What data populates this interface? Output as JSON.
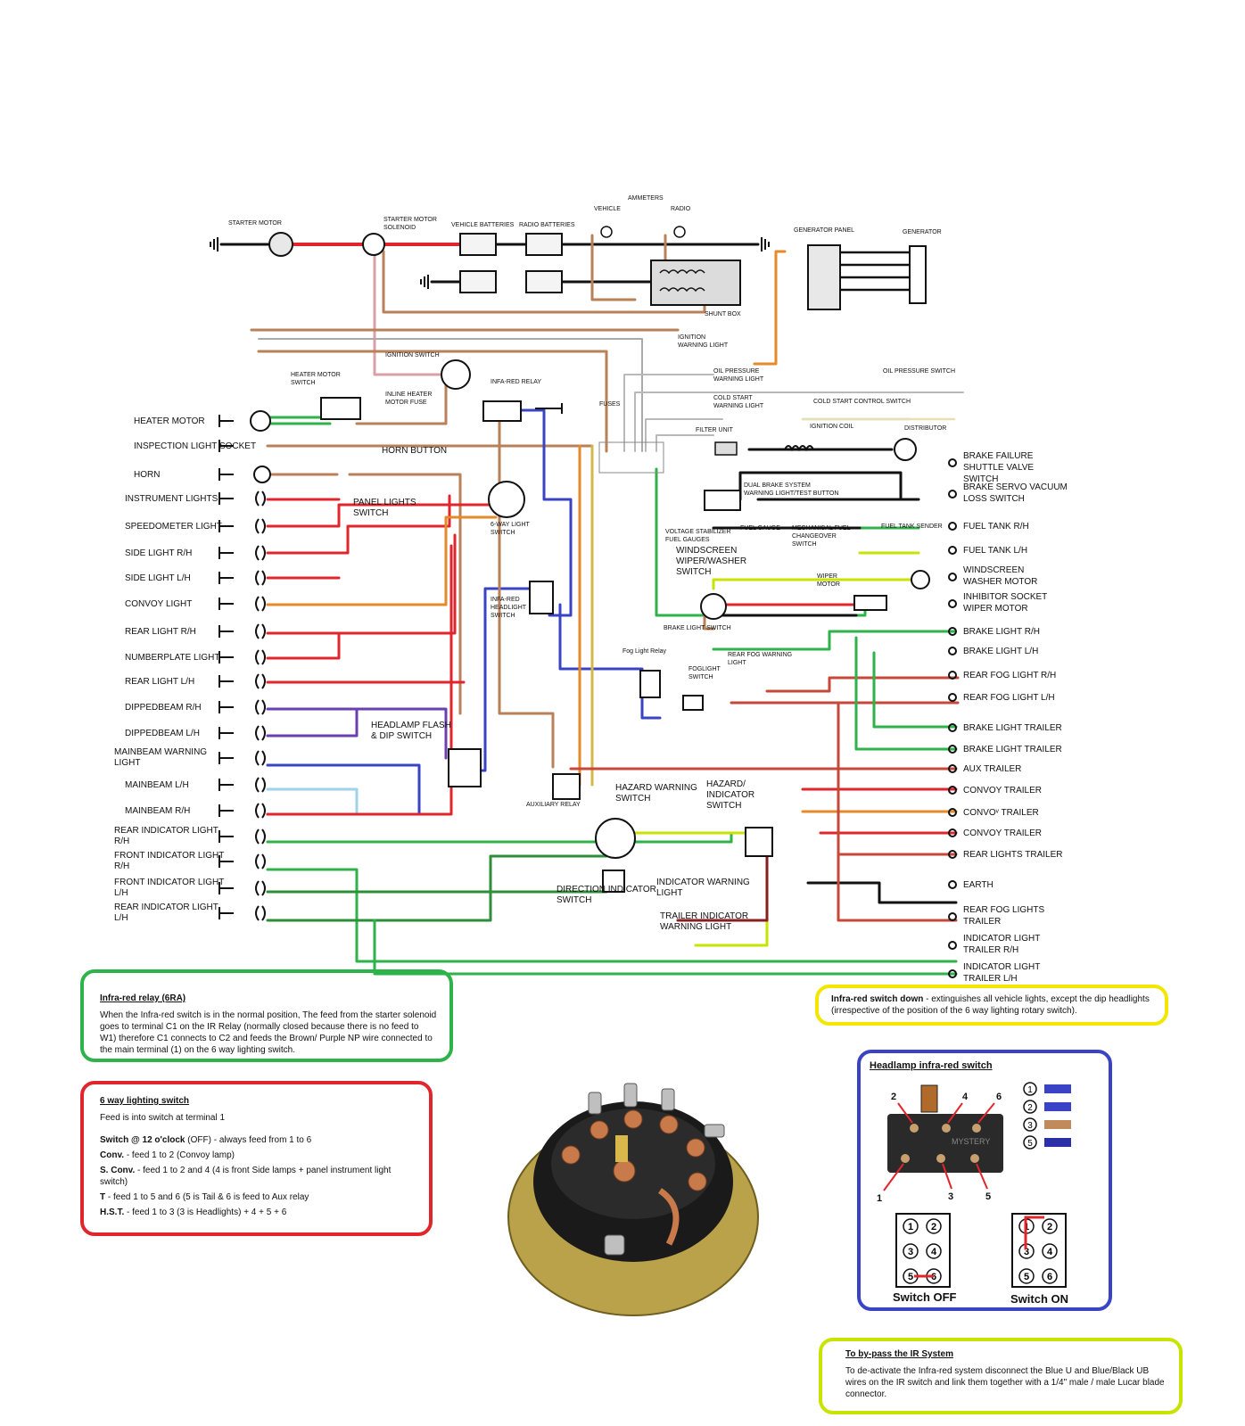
{
  "components": {
    "starter_motor": "STARTER MOTOR",
    "starter_solenoid": "STARTER MOTOR\nSOLENOID",
    "vehicle_batteries": "VEHICLE BATTERIES",
    "radio_batteries": "RADIO BATTERIES",
    "ammeters": "AMMETERS",
    "vehicle": "VEHICLE",
    "radio": "RADIO",
    "generator_panel": "GENERATOR PANEL",
    "generator": "GENERATOR",
    "shunt_box": "SHUNT BOX",
    "ignition_switch": "IGNITION SWITCH",
    "heater_motor_switch": "HEATER MOTOR\nSWITCH",
    "inline_heater_fuse": "INLINE HEATER\nMOTOR FUSE",
    "infra_red_relay": "INFA-RED RELAY",
    "fuses": "FUSES",
    "ignition_warning_light": "IGNITION\nWARNING LIGHT",
    "oil_pressure_warning": "OIL PRESSURE\nWARNING LIGHT",
    "oil_pressure_switch": "OIL PRESSURE SWITCH",
    "cold_start_warning": "COLD START\nWARNING LIGHT",
    "cold_start_switch": "COLD START CONTROL SWITCH",
    "filter_unit": "FILTER UNIT",
    "ignition_coil": "IGNITION COIL",
    "distributor": "DISTRIBUTOR",
    "horn_button": "HORN BUTTON",
    "panel_lights_switch": "PANEL LIGHTS\nSWITCH",
    "six_way_switch": "6-WAY LIGHT\nSWITCH",
    "dual_brake": "DUAL BRAKE SYSTEM\nWARNING LIGHT/TEST BUTTON",
    "voltage_stabilizer": "VOLTAGE STABILIZER\nFUEL GAUGES",
    "fuel_gauge": "FUEL GAUGE",
    "mech_fuel_changeover": "MECHANICAL FUEL\nCHANGEOVER\nSWITCH",
    "fuel_tank_sender": "FUEL TANK SENDER",
    "windscreen_wiper_switch": "WINDSCREEN\nWIPER/WASHER\nSWITCH",
    "wiper_motor_small": "WIPER\nMOTOR",
    "brake_light_switch": "BRAKE LIGHT SWITCH",
    "infra_red_headlight_switch": "INFA-RED\nHEADLIGHT\nSWITCH",
    "fog_light_relay": "Fog Light Relay",
    "foglight_switch": "FOGLIGHT\nSWITCH",
    "rear_fog_warning": "REAR FOG WARNING\nLIGHT",
    "headlamp_flash": "HEADLAMP FLASH\n& DIP SWITCH",
    "auxiliary_relay": "AUXILIARY RELAY",
    "hazard_warning_switch": "HAZARD WARNING\nSWITCH",
    "hazard_indicator_switch": "HAZARD/\nINDICATOR\nSWITCH",
    "direction_indicator_switch": "DIRECTION INDICATOR\nSWITCH",
    "indicator_warning_light": "INDICATOR WARNING\nLIGHT",
    "trailer_indicator_warning": "TRAILER INDICATOR\nWARNING LIGHT"
  },
  "left_labels": [
    "HEATER MOTOR",
    "INSPECTION LIGHT SOCKET",
    "HORN",
    "INSTRUMENT LIGHTS",
    "SPEEDOMETER LIGHT",
    "SIDE LIGHT R/H",
    "SIDE LIGHT L/H",
    "CONVOY LIGHT",
    "REAR LIGHT R/H",
    "NUMBERPLATE LIGHT",
    "REAR LIGHT L/H",
    "DIPPEDBEAM R/H",
    "DIPPEDBEAM L/H",
    "MAINBEAM WARNING\nLIGHT",
    "MAINBEAM L/H",
    "MAINBEAM  R/H",
    "REAR INDICATOR LIGHT\nR/H",
    "FRONT INDICATOR LIGHT\nR/H",
    "FRONT INDICATOR LIGHT\nL/H",
    "REAR INDICATOR LIGHT\nL/H"
  ],
  "right_labels": [
    "BRAKE FAILURE\nSHUTTLE VALVE\nSWITCH",
    "BRAKE SERVO VACUUM\nLOSS SWITCH",
    "FUEL TANK R/H",
    "FUEL TANK L/H",
    "WINDSCREEN\nWASHER MOTOR",
    "INHIBITOR SOCKET\nWIPER MOTOR",
    "BRAKE LIGHT R/H",
    "BRAKE LIGHT L/H",
    "REAR FOG LIGHT R/H",
    "REAR FOG LIGHT L/H",
    "BRAKE LIGHT TRAILER",
    "BRAKE LIGHT TRAILER",
    "AUX TRAILER",
    "CONVOY TRAILER",
    "CONVOᵛ TRAILER",
    "CONVOY TRAILER",
    "REAR LIGHTS TRAILER",
    "EARTH",
    "REAR FOG LIGHTS\nTRAILER",
    "INDICATOR LIGHT\nTRAILER R/H",
    "INDICATOR LIGHT\nTRAILER L/H"
  ],
  "notes": {
    "ir_relay": {
      "title": "Infra-red relay (6RA)",
      "body": "When the Infra-red switch is in the normal position, The feed from the starter solenoid goes to terminal C1 on the IR Relay (normally closed because there is no feed to W1) therefore C1 connects to C2 and feeds the  Brown/ Purple NP wire connected to the main terminal (1) on the 6 way lighting switch."
    },
    "six_way": {
      "title": "6 way lighting switch",
      "intro": "Feed is into switch at terminal 1",
      "l1a": "Switch @ 12 o'clock",
      "l1b": " (OFF) - always feed from 1 to 6",
      "l2a": "Conv.",
      "l2b": " - feed 1 to 2 (Convoy lamp)",
      "l3a": "S. Conv.",
      "l3b": " - feed 1 to 2 and 4 (4 is front Side lamps + panel instrument light switch)",
      "l4a": "T",
      "l4b": " - feed 1 to 5 and 6 (5 is Tail & 6 is feed to Aux relay",
      "l5a": "H.S.T.",
      "l5b": " - feed 1 to 3 (3 is Headlights) + 4 + 5 + 6"
    },
    "ir_down": {
      "bold": "Infra-red switch down",
      "text": " - extinguishes all vehicle lights, except the dip headlights (irrespective of the position of the 6 way lighting rotary switch)."
    },
    "headlamp": {
      "title": "Headlamp infra-red switch",
      "pins_top": [
        "2",
        "4",
        "6"
      ],
      "pins_bottom": [
        "1",
        "3",
        "5"
      ],
      "legend": [
        "1",
        "2",
        "3",
        "5"
      ],
      "legend_colors": [
        "#3a43c6",
        "#3a43c6",
        "#c08a5a",
        "#2b2fa8"
      ],
      "switch_off": "Switch OFF",
      "switch_on": "Switch ON",
      "stamp": "MYSTERY"
    },
    "bypass": {
      "title": "To by-pass the IR System",
      "body": "To de-activate the Infra-red system disconnect the Blue U and Blue/Black UB wires on the IR switch and link them together with a 1/4\" male / male Lucar blade connector."
    }
  },
  "wire_colors": {
    "black": "#111111",
    "red": "#e0262c",
    "brown": "#b9815a",
    "purple": "#6a3fb0",
    "blue": "#3a43c6",
    "green": "#2eb34a",
    "orange": "#e58a2a",
    "lightblue": "#9fd3ea",
    "yellowgreen": "#c9e300",
    "white": "#d8d8d8"
  }
}
